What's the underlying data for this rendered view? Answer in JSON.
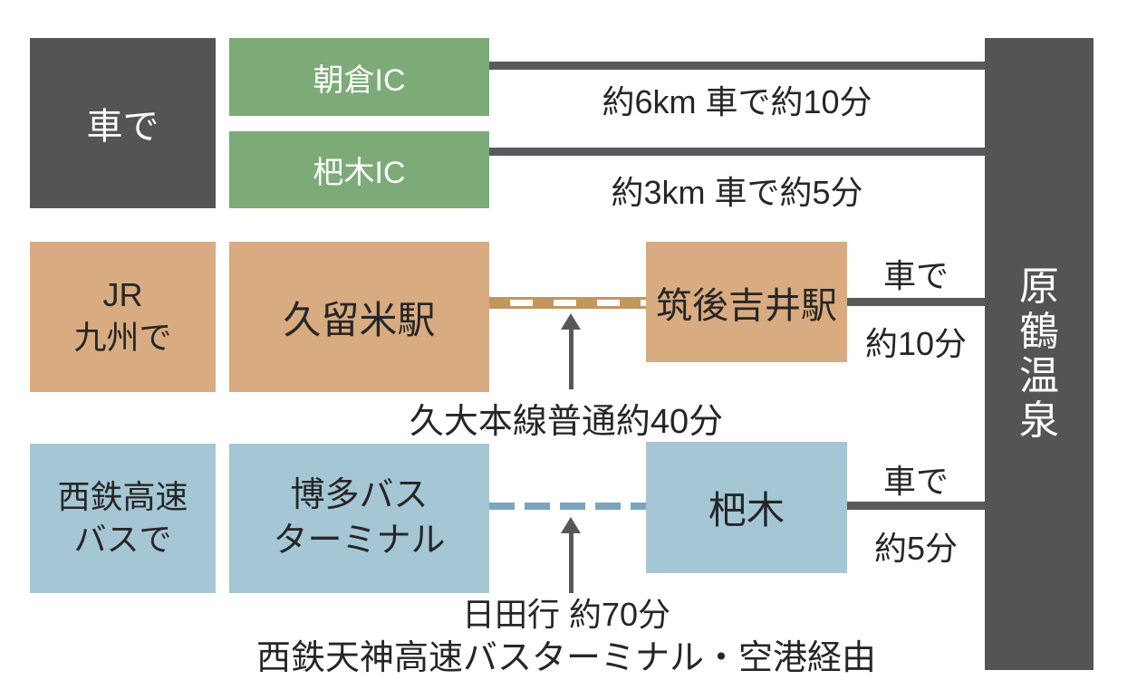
{
  "destination": "原鶴温泉",
  "car": {
    "mode": "車で",
    "ic1": "朝倉IC",
    "ic2": "杷木IC",
    "route1": "約6km 車で約10分",
    "route2": "約3km 車で約5分"
  },
  "jr": {
    "mode_line1": "JR",
    "mode_line2": "九州で",
    "origin": "久留米駅",
    "transfer": "筑後吉井駅",
    "rail_note": "久大本線普通約40分",
    "car_label": "車で",
    "car_time": "約10分"
  },
  "bus": {
    "mode_line1": "西鉄高速",
    "mode_line2": "バスで",
    "origin_line1": "博多バス",
    "origin_line2": "ターミナル",
    "stop": "杷木",
    "note_line1": "日田行 約70分",
    "note_line2": "西鉄天神高速バスターミナル・空港経由",
    "car_label": "車で",
    "car_time": "約5分"
  },
  "colors": {
    "dark_gray": "#545456",
    "green": "#7cab78",
    "tan": "#d8ab80",
    "rail_brown": "#c2965e",
    "blue": "#a5c6d4",
    "blue_dash": "#7da4bd",
    "connector_gray": "#5a5a5c",
    "text_dark": "#262626",
    "text_light": "#ffffff"
  }
}
